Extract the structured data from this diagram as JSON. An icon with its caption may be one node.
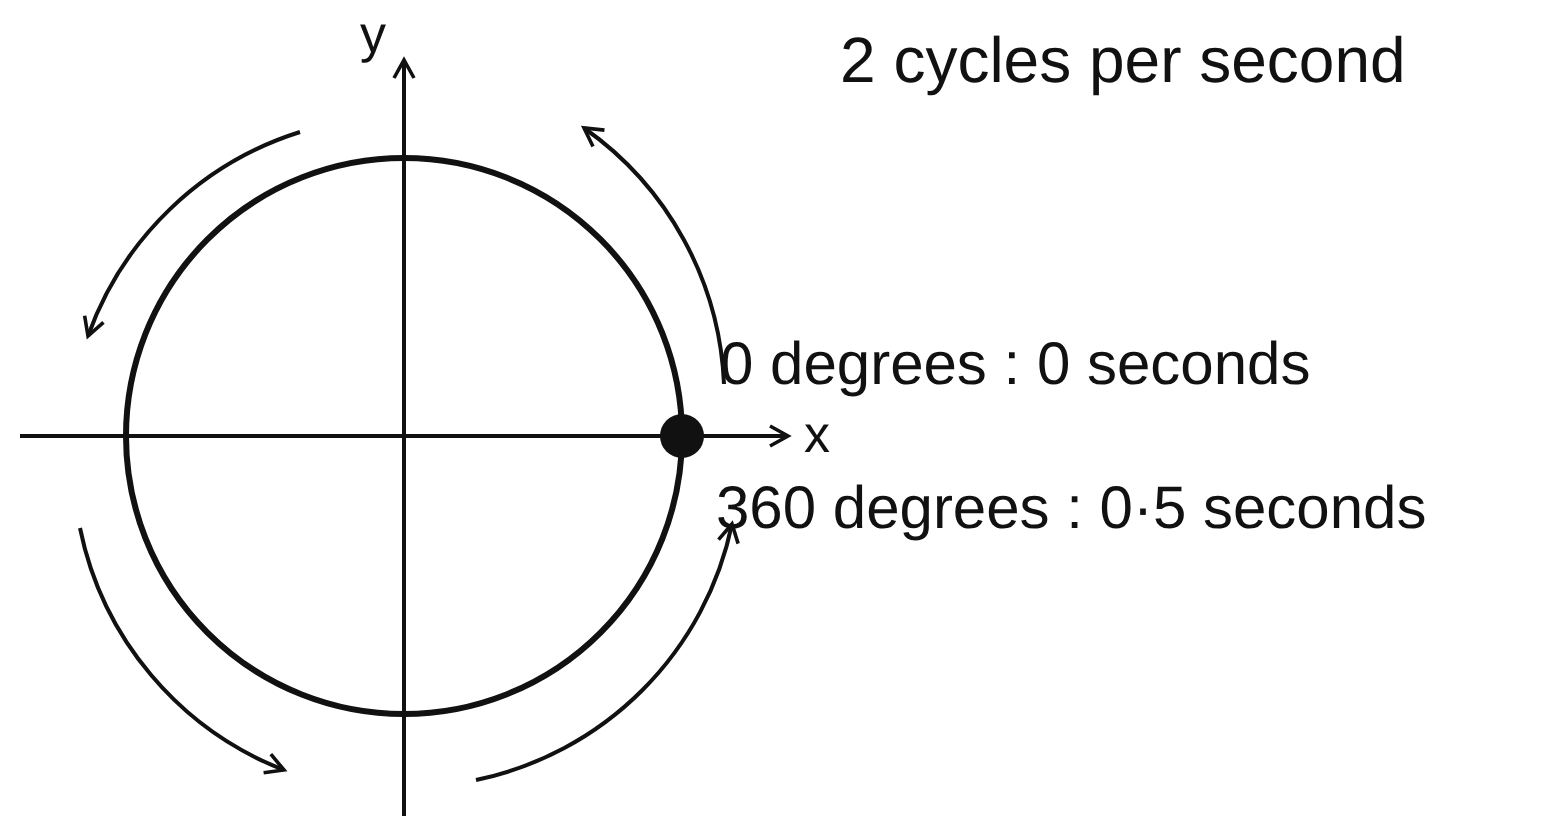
{
  "diagram": {
    "labels": [
      "y",
      "2 cycles per second",
      "0 degrees : 0 seconds",
      "x",
      "360 degrees : 0·5 seconds"
    ]
  }
}
